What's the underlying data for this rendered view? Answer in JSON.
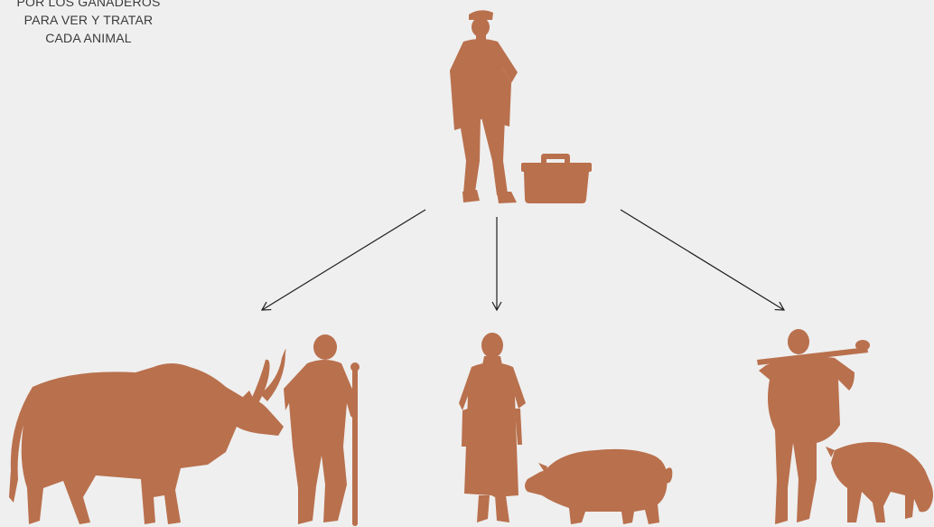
{
  "caption": {
    "lines": [
      "POR LOS GANADEROS",
      "PARA VER Y TRATAR",
      "CADA ANIMAL"
    ]
  },
  "colors": {
    "background": "#efefef",
    "silhouette": "#b9704d",
    "arrow": "#1e1e1e",
    "text": "#3a3a3a"
  },
  "icons": {
    "top": [
      "farmer-with-cap-icon",
      "toolbox-icon"
    ],
    "left": [
      "zebu-cattle-icon",
      "herder-with-staff-icon"
    ],
    "center": [
      "woman-icon",
      "pig-icon"
    ],
    "right": [
      "man-carrying-stick-icon",
      "goat-icon"
    ]
  }
}
